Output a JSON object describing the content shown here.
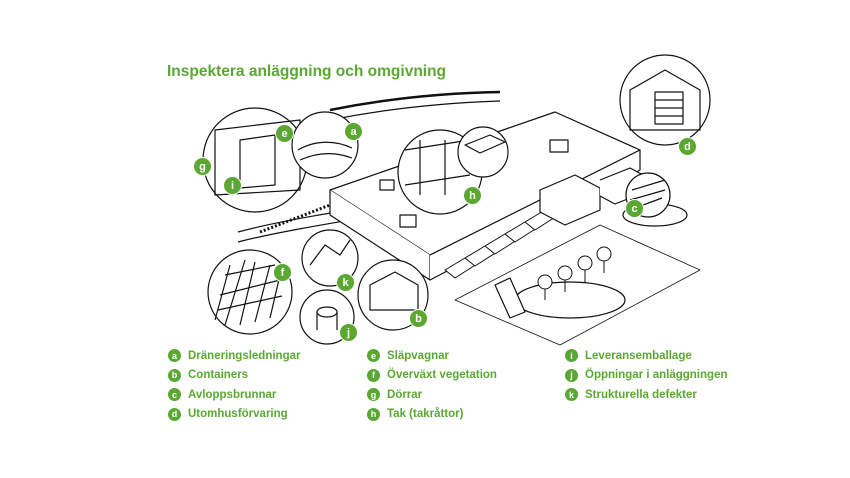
{
  "title": "Inspektera anläggning och omgivning",
  "accent_color": "#5aa832",
  "legend": [
    [
      {
        "letter": "a",
        "label": "Dräneringsledningar"
      },
      {
        "letter": "b",
        "label": "Containers"
      },
      {
        "letter": "c",
        "label": "Avloppsbrunnar"
      },
      {
        "letter": "d",
        "label": "Utomhusförvaring"
      }
    ],
    [
      {
        "letter": "e",
        "label": "Släpvagnar"
      },
      {
        "letter": "f",
        "label": "Överväxt vegetation"
      },
      {
        "letter": "g",
        "label": "Dörrar"
      },
      {
        "letter": "h",
        "label": "Tak (takråttor)"
      }
    ],
    [
      {
        "letter": "i",
        "label": "Leveransemballage"
      },
      {
        "letter": "j",
        "label": "Öppningar i anläggningen"
      },
      {
        "letter": "k",
        "label": "Strukturella defekter"
      }
    ]
  ],
  "markers": {
    "a": "a",
    "b": "b",
    "c": "c",
    "d": "d",
    "e": "e",
    "f": "f",
    "g": "g",
    "h": "h",
    "i": "i",
    "j": "j",
    "k": "k"
  }
}
